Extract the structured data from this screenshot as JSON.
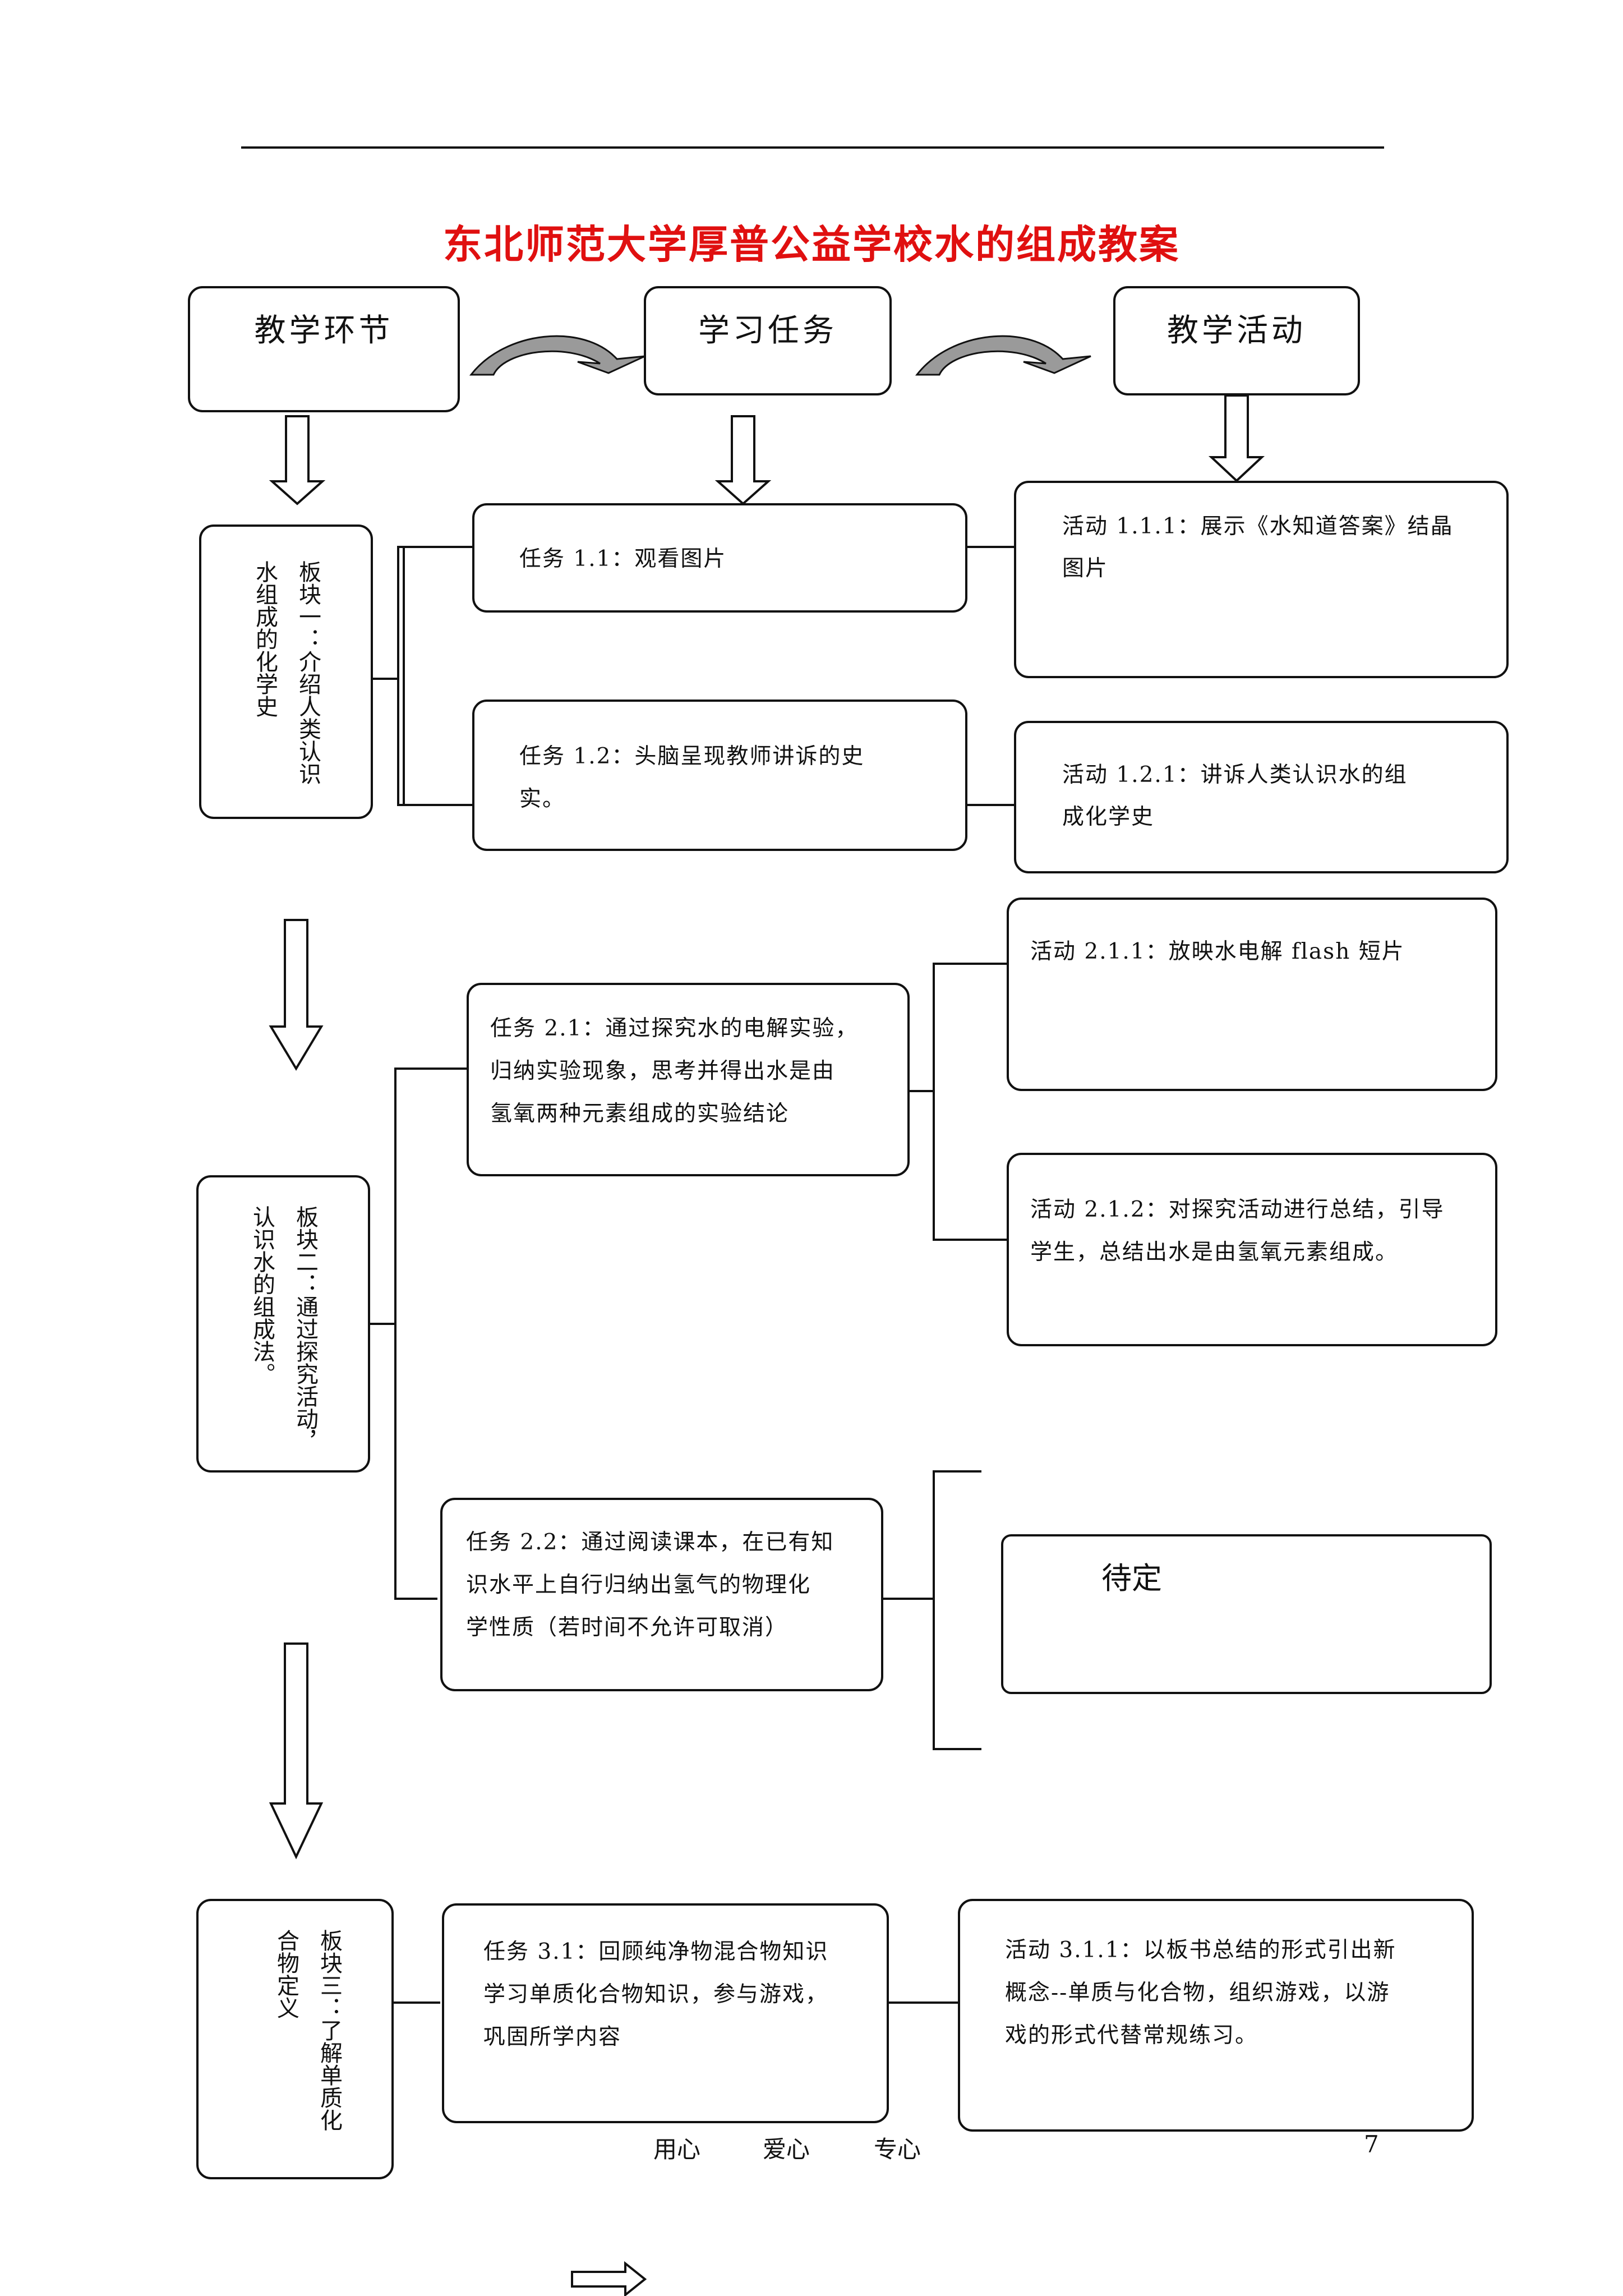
{
  "title": "东北师范大学厚普公益学校水的组成教案",
  "header": {
    "col1": "教学环节",
    "col2": "学习任务",
    "col3": "教学活动"
  },
  "section1": {
    "module_a": "板块一：介绍人类认识",
    "module_b": "水组成的化学史",
    "task1": "任务 1.1：观看图片",
    "task2_line1": "任务 1.2：头脑呈现教师讲诉的史",
    "task2_line2": "实。",
    "act1_line1": "活动 1.1.1：展示《水知道答案》结晶",
    "act1_line2": "图片",
    "act2_line1": "活动 1.2.1：讲诉人类认识水的组",
    "act2_line2": "成化学史"
  },
  "section2": {
    "module_a": "板块二：通过探究活动，",
    "module_b": "认识水的组成法。",
    "task1_line1": "任务 2.1：通过探究水的电解实验，",
    "task1_line2": "归纳实验现象，思考并得出水是由",
    "task1_line3": "氢氧两种元素组成的实验结论",
    "act1": "活动 2.1.1：放映水电解 flash 短片",
    "act2_line1": "活动 2.1.2：对探究活动进行总结，引导",
    "act2_line2": "学生，总结出水是由氢氧元素组成。",
    "task2_line1": "任务 2.2：通过阅读课本，在已有知",
    "task2_line2": "识水平上自行归纳出氢气的物理化",
    "task2_line3": "学性质（若时间不允许可取消）",
    "pending": "待定"
  },
  "section3": {
    "module_a": "板块三：了解单质化",
    "module_b": "合物定义",
    "task1_line1": "任务 3.1：回顾纯净物混合物知识",
    "task1_line2": "学习单质化合物知识，参与游戏，",
    "task1_line3": "巩固所学内容",
    "act1_line1": "活动 3.1.1：以板书总结的形式引出新",
    "act1_line2": "概念--单质与化合物，组织游戏，以游",
    "act1_line3": "戏的形式代替常规练习。"
  },
  "footer": {
    "motto1": "用心",
    "motto2": "爱心",
    "motto3": "专心",
    "page_number": "7"
  }
}
